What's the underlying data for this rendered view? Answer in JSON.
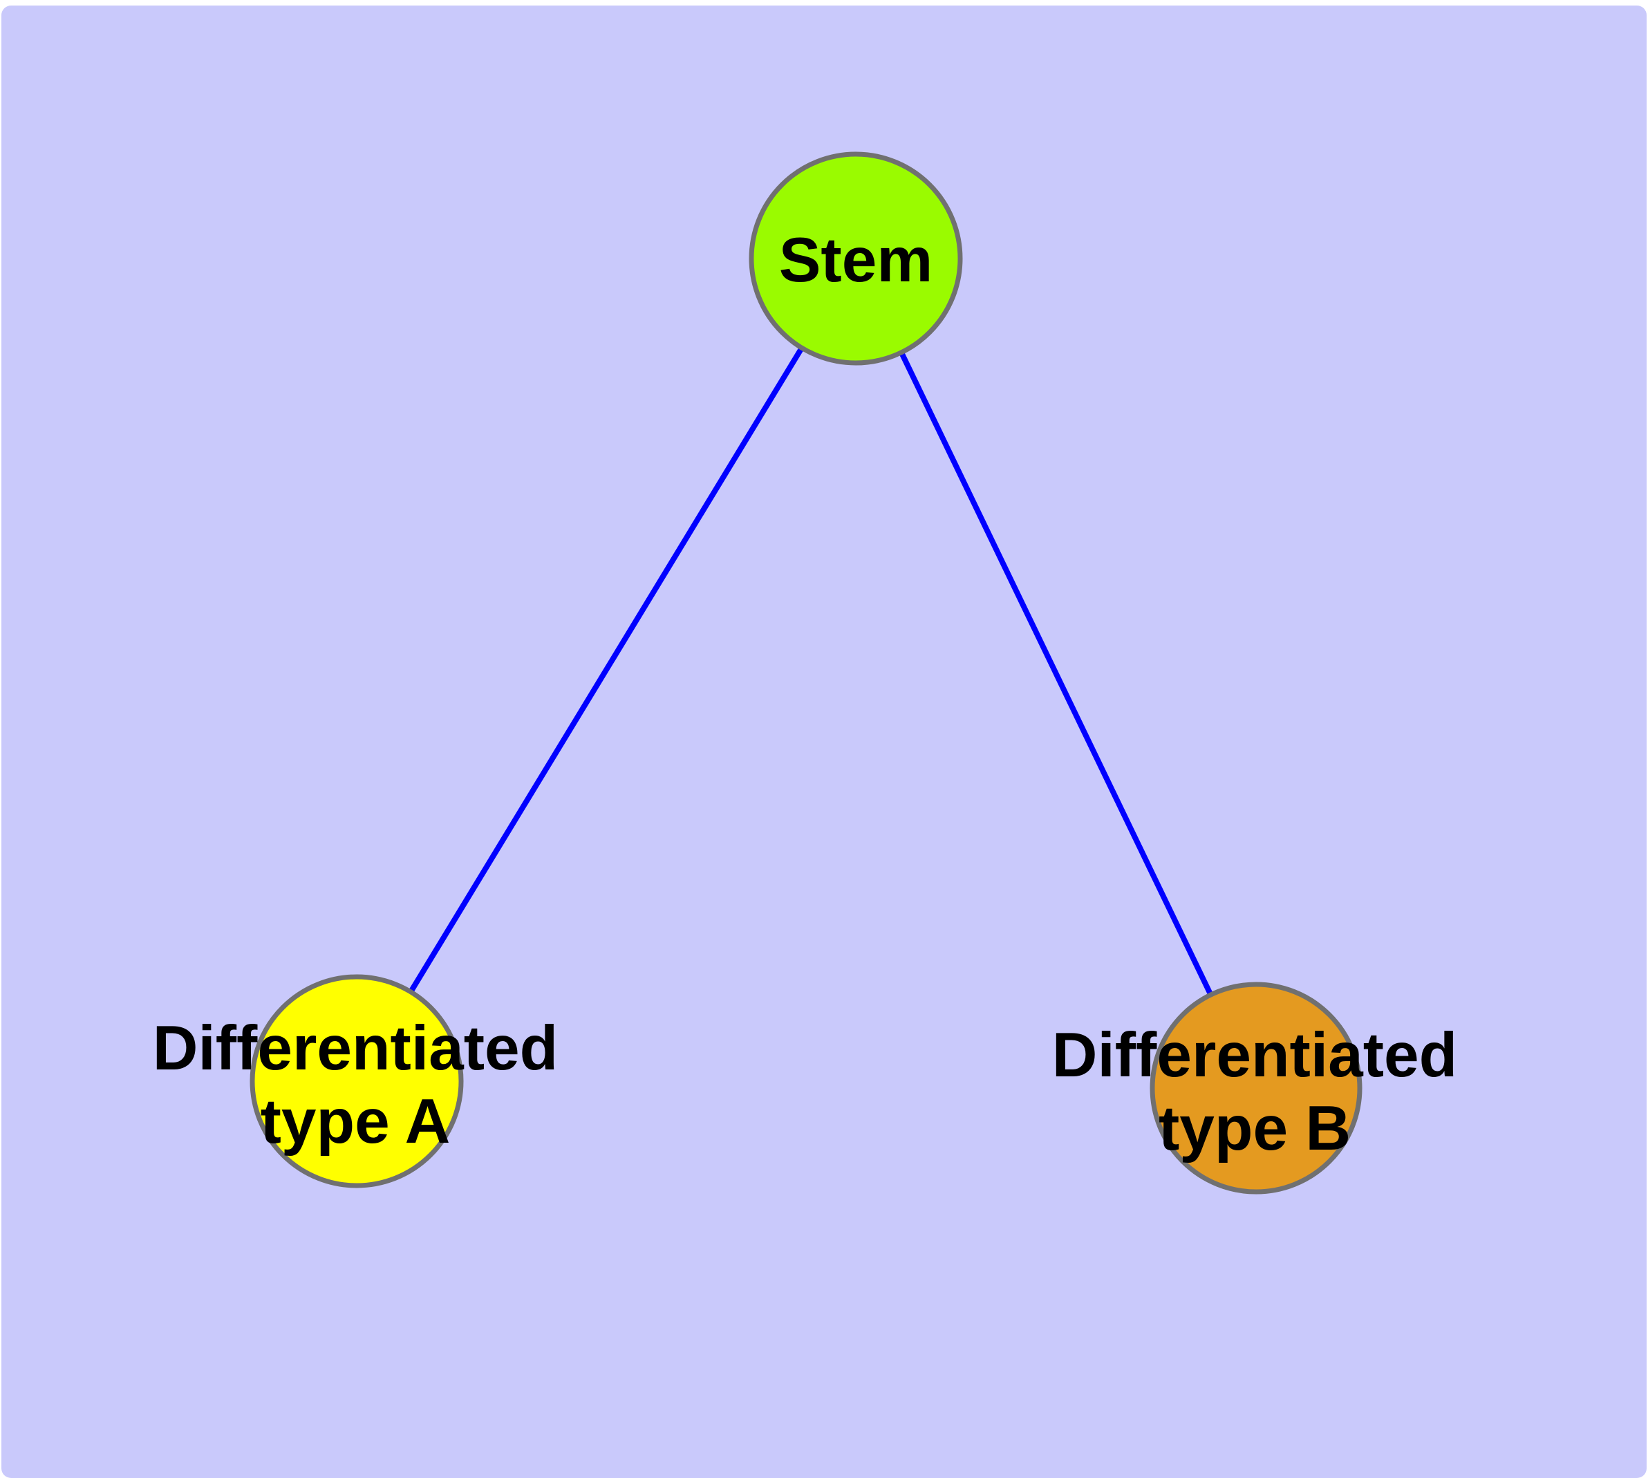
{
  "canvas": {
    "background_color": "#C9C9FB",
    "frame_color": "#FFFFFF"
  },
  "graph": {
    "edge_color": "#0000FF",
    "node_border_color": "#707070",
    "label_color": "#000000",
    "nodes": [
      {
        "id": "stem",
        "label": "Stem",
        "line1": "Stem",
        "line2": "",
        "color": "#9AFB00"
      },
      {
        "id": "differentiated-type-a",
        "label": "Differentiated type A",
        "line1": "Differentiated",
        "line2": "type A",
        "color": "#FFFF00"
      },
      {
        "id": "differentiated-type-b",
        "label": "Differentiated type B",
        "line1": "Differentiated",
        "line2": "type B",
        "color": "#E49A20"
      }
    ],
    "edges": [
      {
        "from": "stem",
        "to": "differentiated-type-a"
      },
      {
        "from": "stem",
        "to": "differentiated-type-b"
      }
    ]
  }
}
